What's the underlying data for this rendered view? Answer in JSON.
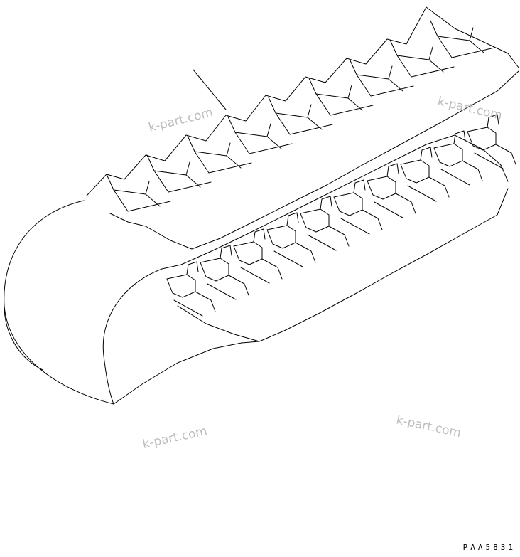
{
  "figure": {
    "code": "PAA5831",
    "subject": "rubber-track-shoe",
    "line_color": "#000000",
    "background_color": "#ffffff"
  },
  "watermarks": [
    "k-part.com",
    "k-part.com",
    "k-part.com",
    "k-part.com"
  ],
  "watermark_color": "#bdbdbd"
}
